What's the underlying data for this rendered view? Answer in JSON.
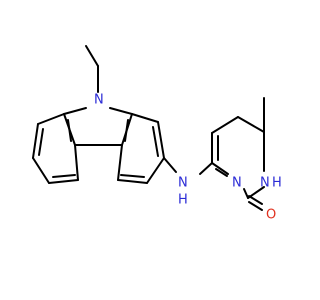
{
  "molecule": {
    "label_colors": {
      "nitrogen": "#2b2bd6",
      "oxygen": "#e0301e",
      "bond": "#000000"
    },
    "atoms": [
      {
        "id": "n9",
        "text": "N"
      },
      {
        "id": "n_amine",
        "text": "N"
      },
      {
        "id": "h_amine",
        "text": "H"
      },
      {
        "id": "n3",
        "text": "N"
      },
      {
        "id": "n1",
        "text": "N"
      },
      {
        "id": "h1",
        "text": "H"
      },
      {
        "id": "o2",
        "text": "O"
      }
    ]
  }
}
